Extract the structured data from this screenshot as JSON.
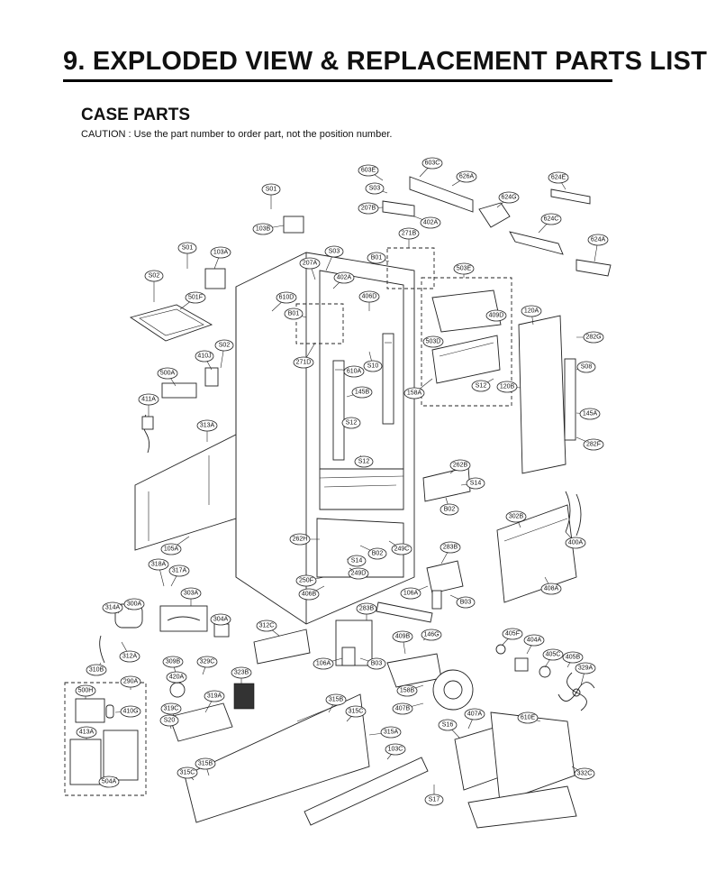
{
  "page": {
    "title": "9. EXPLODED VIEW & REPLACEMENT PARTS LIST",
    "section": "CASE PARTS",
    "caution": "CAUTION : Use the part number to order part, not the position number."
  },
  "labels": [
    "603E",
    "603C",
    "626A",
    "624E",
    "S01",
    "S03",
    "624G",
    "207B",
    "402A",
    "624C",
    "103B",
    "271B",
    "624A",
    "S01",
    "103A",
    "S03",
    "207A",
    "B01",
    "503E",
    "S02",
    "402A",
    "501F",
    "610D",
    "406D",
    "B01",
    "120A",
    "409D",
    "282G",
    "503D",
    "S02",
    "410J",
    "271D",
    "S10",
    "610A",
    "500A",
    "S08",
    "145B",
    "158A",
    "S12",
    "120B",
    "411A",
    "145A",
    "313A",
    "S12",
    "282F",
    "S12",
    "262B",
    "S14",
    "B02",
    "302B",
    "262H",
    "400A",
    "105A",
    "B02",
    "249C",
    "283B",
    "318A",
    "S14",
    "317A",
    "249D",
    "250F",
    "303A",
    "406B",
    "106A",
    "408A",
    "B03",
    "314A",
    "300A",
    "283B",
    "304A",
    "312C",
    "146G",
    "312A",
    "405F",
    "404A",
    "310B",
    "309B",
    "329C",
    "106A",
    "409B",
    "B03",
    "405C",
    "405B",
    "290A",
    "420A",
    "323B",
    "329A",
    "500H",
    "319A",
    "158B",
    "315B",
    "410G",
    "319C",
    "407B",
    "407A",
    "610E",
    "S20",
    "315C",
    "S16",
    "413A",
    "315A",
    "103C",
    "315B",
    "332C",
    "315C",
    "504A",
    "S17"
  ]
}
